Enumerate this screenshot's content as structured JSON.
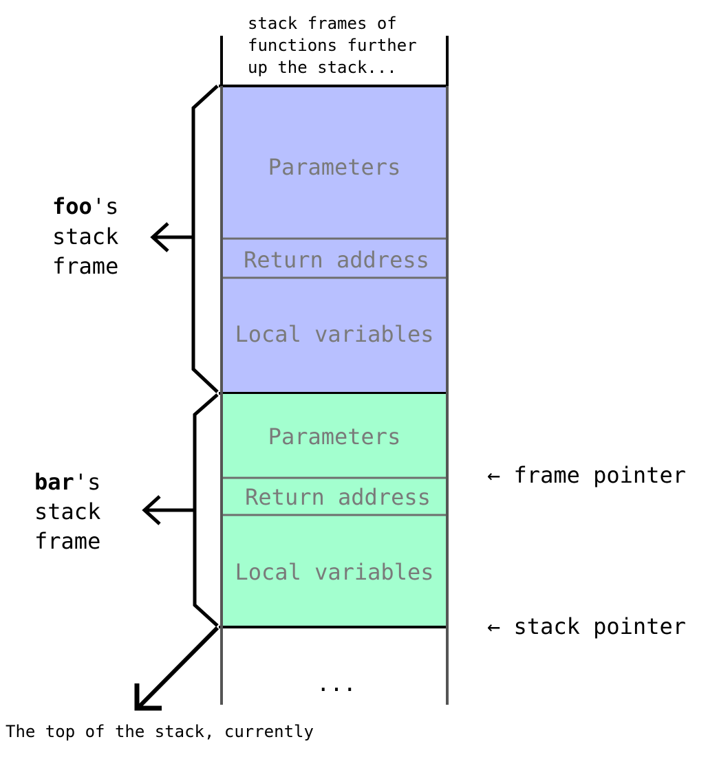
{
  "top_note": {
    "lines": [
      "stack frames of",
      "functions further",
      "up the stack..."
    ]
  },
  "colors": {
    "foo_frame_fill": "#b8c0ff",
    "bar_frame_fill": "#a3ffcf",
    "cell_text": "#7a7a7a",
    "stack_line": "#555555",
    "bracket": "#000000"
  },
  "foo_frame": {
    "name": "foo",
    "suffix": "'s",
    "line2": "stack",
    "line3": "frame",
    "cells": {
      "parameters": "Parameters",
      "return_address": "Return address",
      "local_variables": "Local variables"
    }
  },
  "bar_frame": {
    "name": "bar",
    "suffix": "'s",
    "line2": "stack",
    "line3": "frame",
    "cells": {
      "parameters": "Parameters",
      "return_address": "Return address",
      "local_variables": "Local variables"
    }
  },
  "pointers": {
    "frame_pointer": "← frame pointer",
    "stack_pointer": "← stack pointer"
  },
  "ellipsis": "...",
  "bottom_note": "The top of the stack, currently"
}
